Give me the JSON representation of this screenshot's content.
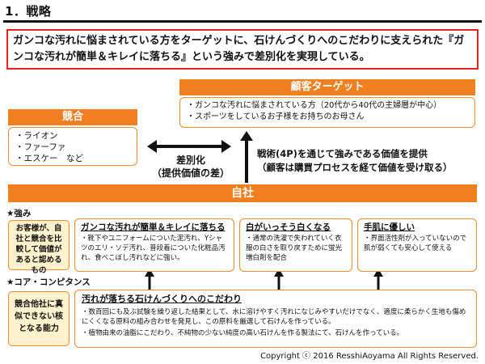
{
  "title": "1．戦略",
  "summary": "ガンコな汚れに悩まされている方をターゲットに、石けんづくりへのこだわりに支えられた『ガンコな汚れが簡単＆キレイに落ちる』という強みで差別化を実現している。",
  "target": {
    "header": "顧客ターゲット",
    "items": [
      "・ガンコな汚れに悩まされている方（20代から40代の主婦層が中心）",
      "・スポーツをしているお子様をお持ちのお母さん"
    ]
  },
  "competition": {
    "header": "競合",
    "items": [
      "・ライオン",
      "・ファーファ",
      "・エスケー　など"
    ]
  },
  "differentiation": {
    "line1": "差別化",
    "line2": "（提供価値の差）"
  },
  "tactics": {
    "line1": "戦術(4P)を通じて強みである価値を提供",
    "line2": "（顧客は購買プロセスを経て価値を受け取る）"
  },
  "company": {
    "header": "自社"
  },
  "strengths": {
    "label": "★強み",
    "side_note": "お客様が、自社と競合を比較して価値があると認めるもの",
    "boxes": [
      {
        "title": "ガンコな汚れが簡単＆キレイに落ちる",
        "items": [
          "・靴下やユニフォームについた泥汚れ、Yシャツのエリ・ソデ汚れ、普段着についた化粧品汚れ、食べこぼし汚れなどに強い。"
        ]
      },
      {
        "title": "白がいっそう白くなる",
        "items": [
          "・通常の洗濯で失われていく衣服の白さを取り戻すために蛍光増白剤を配合"
        ]
      },
      {
        "title": "手肌に優しい",
        "items": [
          "・界面活性剤が入っていないので肌が弱くても安心して使える"
        ]
      }
    ]
  },
  "core": {
    "label": "★コア・コンピタンス",
    "side_note": "競合他社に真似できない核となる能力",
    "title": "汚れが落ちる石けんづくりへのこだわり",
    "items": [
      "・数百回にも及ぶ試験を繰り返した結果として、水に溶けやすく汚れになじみやすいだけでなく、適度に柔らかく生地も傷めにくくなる原料の組み合わせを発見し、この原料を厳選して石けんを作っている。",
      "・植物由来の油脂にこだわり、不純物の少ない純度の高い石けんを作る製法にて、石けんを作っている。"
    ]
  },
  "copyright": "Copyright ⓒ 2016 ResshiAoyama All Rights Reserved."
}
